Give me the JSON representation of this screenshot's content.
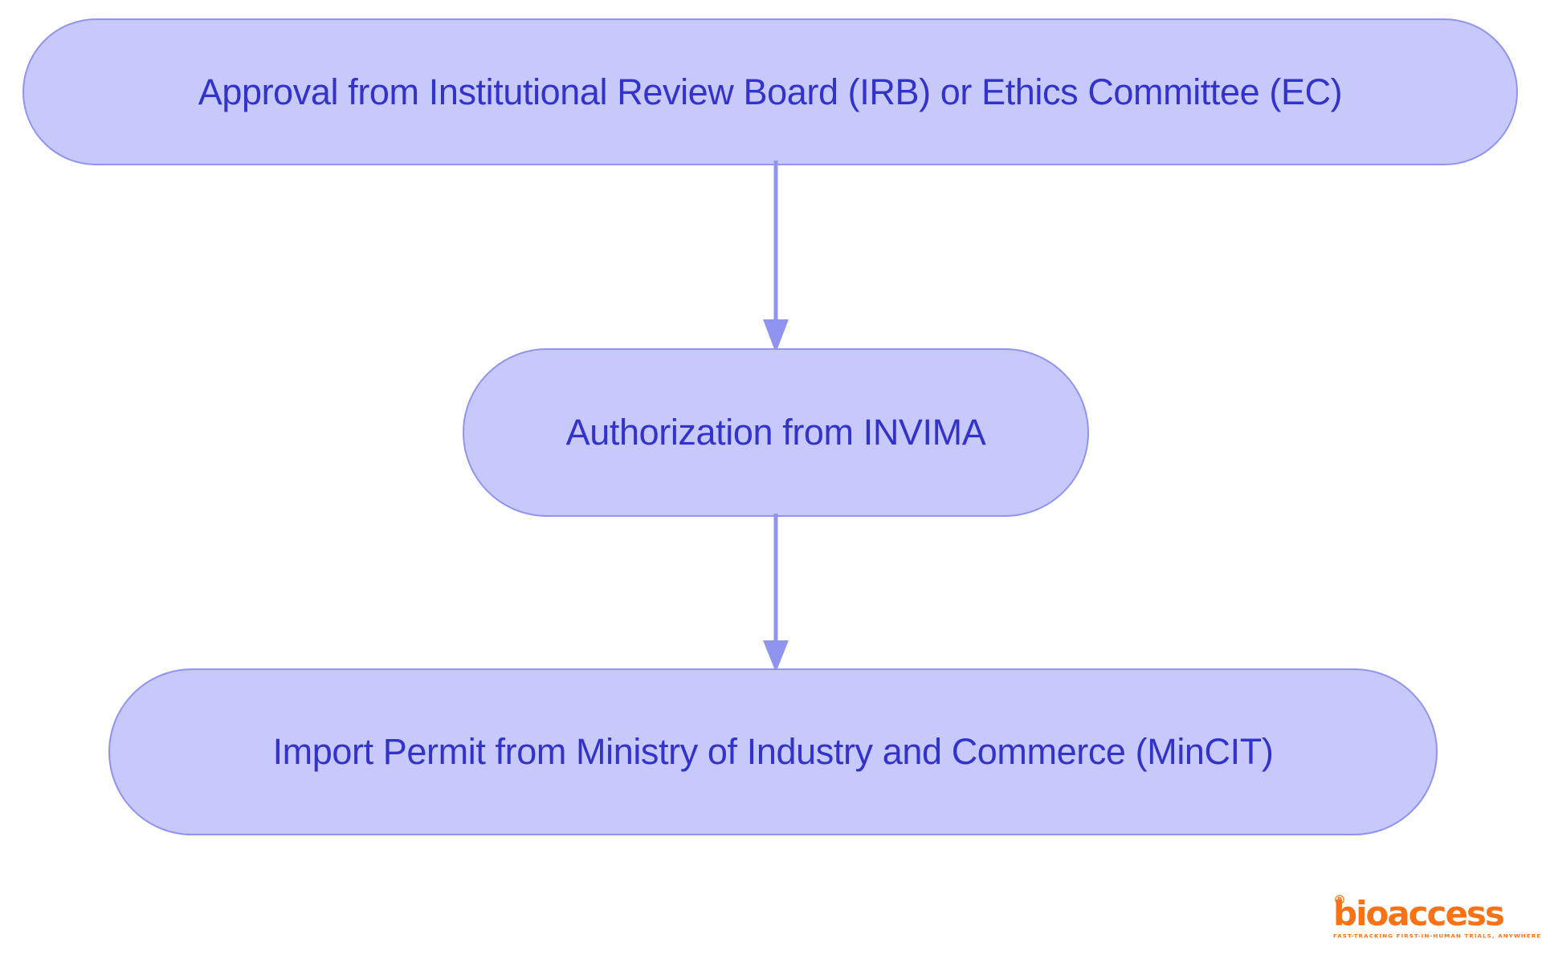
{
  "diagram": {
    "type": "flowchart",
    "orientation": "top-to-bottom",
    "background_color": "#ffffff",
    "node_fill_color": "#c6c9fa",
    "node_border_color": "#9094ef",
    "node_text_color": "#3333cc",
    "connector_color": "#9094ef",
    "nodes": [
      {
        "id": "irb",
        "label": "Approval from Institutional Review Board (IRB) or Ethics Committee (EC)",
        "shape": "stadium",
        "order": 1
      },
      {
        "id": "invima",
        "label": "Authorization from INVIMA",
        "shape": "stadium",
        "order": 2
      },
      {
        "id": "mincit",
        "label": "Import Permit from Ministry of Industry and Commerce (MinCIT)",
        "shape": "stadium",
        "order": 3
      }
    ],
    "edges": [
      {
        "id": "edge-1",
        "from": "irb",
        "to": "invima",
        "label": "",
        "arrow": "down-arrow-icon"
      },
      {
        "id": "edge-2",
        "from": "invima",
        "to": "mincit",
        "label": "",
        "arrow": "down-arrow-icon"
      }
    ]
  },
  "brand": {
    "wordmark": "bioaccess",
    "registered_mark": "®",
    "tagline": "FAST-TRACKING FIRST-IN-HUMAN TRIALS, ANYWHERE",
    "color": "#f97316"
  }
}
